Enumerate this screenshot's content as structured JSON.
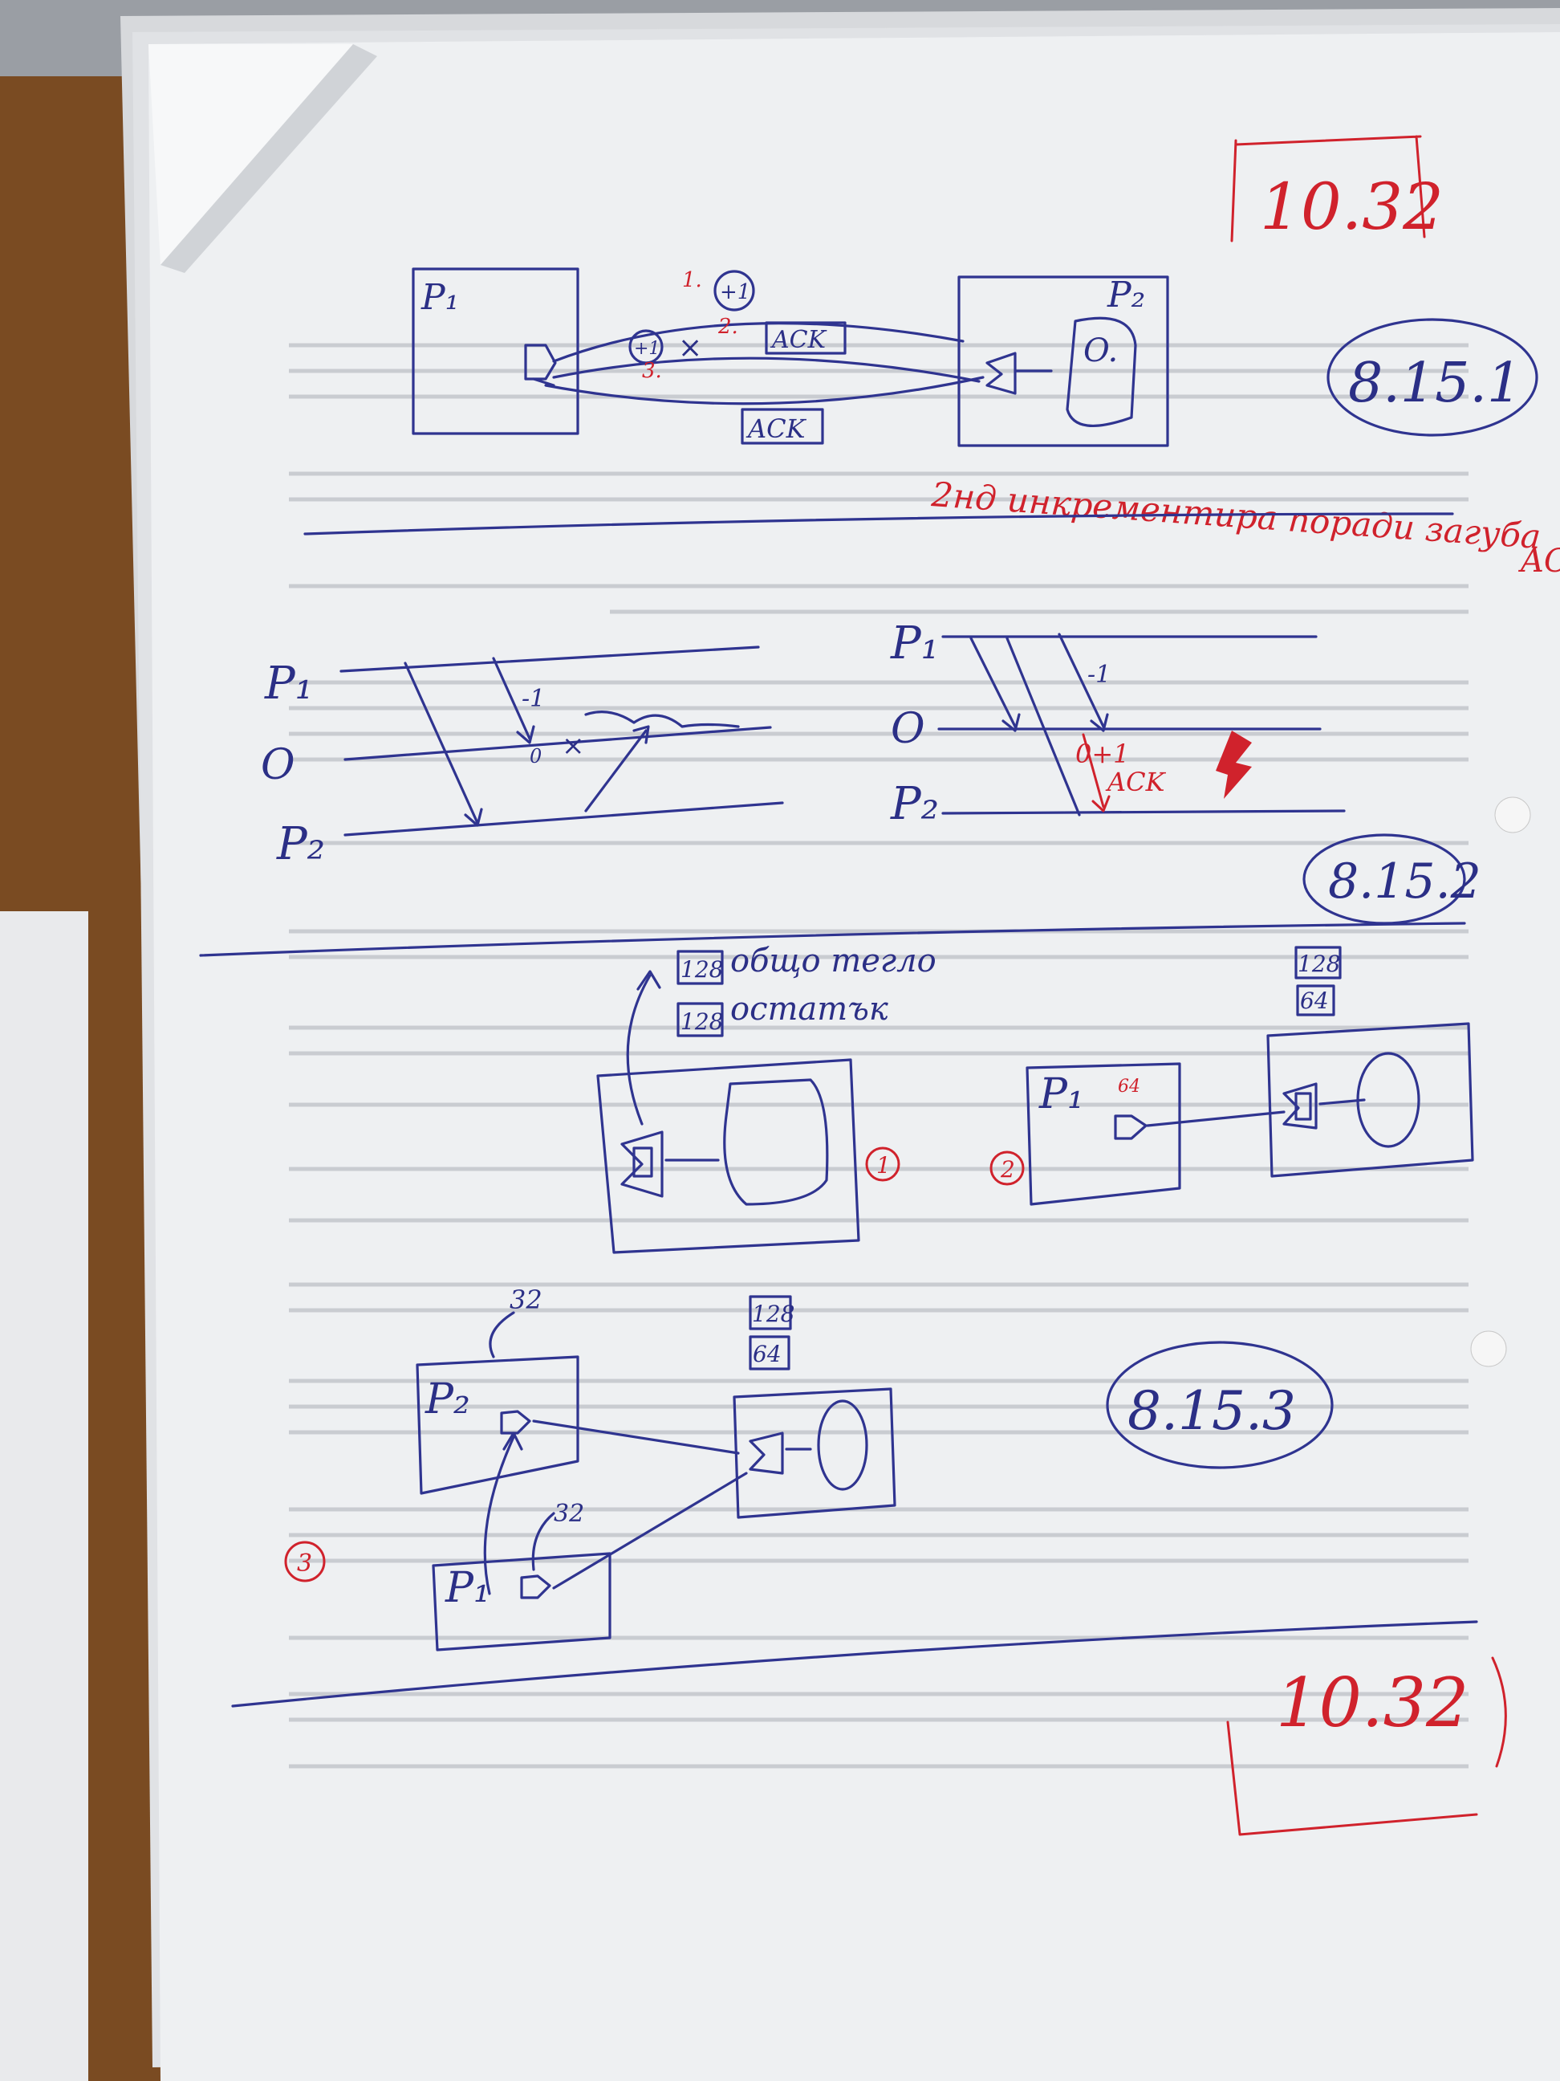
{
  "photo": {
    "desk_color": "#7a4b22",
    "paper_color": "#eef0f2",
    "ink_blue": "#2f3490",
    "ink_red": "#d0222c"
  },
  "stamps": {
    "top_time": "10.32",
    "bottom_time": "10.32"
  },
  "section1": {
    "label": "8.15.1",
    "p1": "P₁",
    "p2": "P₂",
    "o": "O.",
    "step1": "1.",
    "step2": "2.",
    "step3": "3.",
    "plus1_top": "+1",
    "plus1_mid": "+1",
    "ack1": "ACK",
    "ack2": "ACK",
    "red_note": "2нд инкрементира поради загуба",
    "red_note_tail": "AC"
  },
  "section2": {
    "label": "8.15.2",
    "left": {
      "p1": "P₁",
      "o": "O",
      "p2": "P₂",
      "minus1": "-1",
      "zero": "0"
    },
    "right": {
      "p1": "P₁",
      "o": "O",
      "p2": "P₂",
      "minus1": "-1",
      "zero_plus1": "0+1",
      "ack": "ACK"
    }
  },
  "section3": {
    "label": "8.15.3",
    "box128_top": "128",
    "note1": "общо тегло",
    "box128_rest": "128",
    "note2": "остатък",
    "circle1": "1",
    "circle2": "2",
    "circle3": "3",
    "d2_box128": "128",
    "d2_box64": "64",
    "d2_p1": "P₁",
    "d2_64": "64",
    "d3_box128": "128",
    "d3_box64": "64",
    "d3_p2": "P₂",
    "d3_p1": "P₁",
    "d3_32a": "32",
    "d3_32b": "32"
  }
}
